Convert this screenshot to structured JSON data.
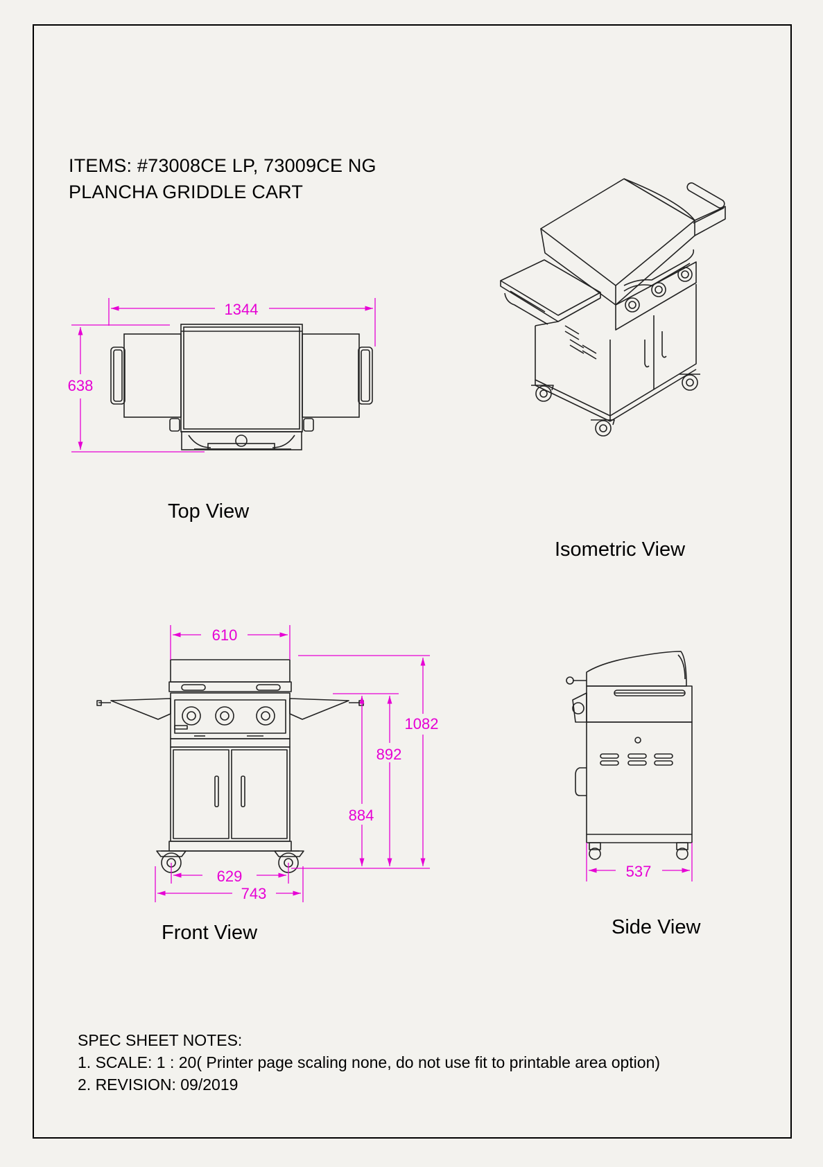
{
  "header": {
    "line1": "ITEMS: #73008CE LP, 73009CE NG",
    "line2": "PLANCHA GRIDDLE CART"
  },
  "views": {
    "top": "Top View",
    "isometric": "Isometric View",
    "front": "Front View",
    "side": "Side View"
  },
  "dimensions": {
    "top_width": "1344",
    "top_depth": "638",
    "front_width_top": "610",
    "front_height_total": "1082",
    "front_height_shelf": "892",
    "front_height_lid": "884",
    "front_wheelbase": "629",
    "front_width_base": "743",
    "side_depth": "537"
  },
  "notes": {
    "title": "SPEC SHEET NOTES:",
    "scale": "1. SCALE: 1 : 20(  Printer page scaling none, do not use fit to printable area option)",
    "revision": "2. REVISION: 09/2019"
  },
  "colors": {
    "dimension": "#e600d4",
    "line": "#222222",
    "background": "#f3f2ee"
  }
}
